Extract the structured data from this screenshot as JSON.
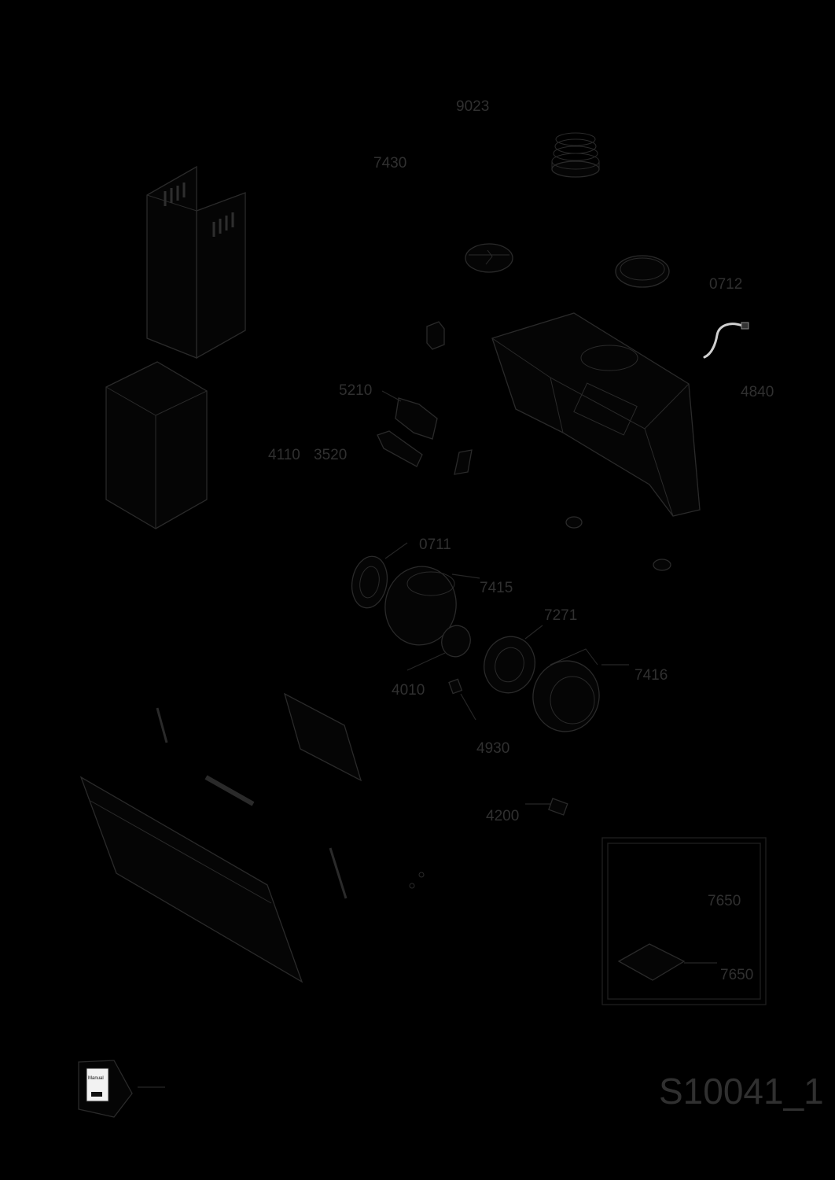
{
  "diagram_id": "S10041_1",
  "part_labels": {
    "p9023": "9023",
    "p7430": "7430",
    "p0712": "0712",
    "p4840": "4840",
    "p5210": "5210",
    "p4110": "4110",
    "p3520": "3520",
    "p0711": "0711",
    "p7415": "7415",
    "p7271": "7271",
    "p7416": "7416",
    "p4010": "4010",
    "p4930": "4930",
    "p4200": "4200",
    "p7650a": "7650",
    "p7650b": "7650"
  },
  "manual_text": "Manual",
  "colors": {
    "background": "#000000",
    "label": "#303030",
    "line": "#1a1a1a",
    "cable": "#d0d0d0"
  }
}
